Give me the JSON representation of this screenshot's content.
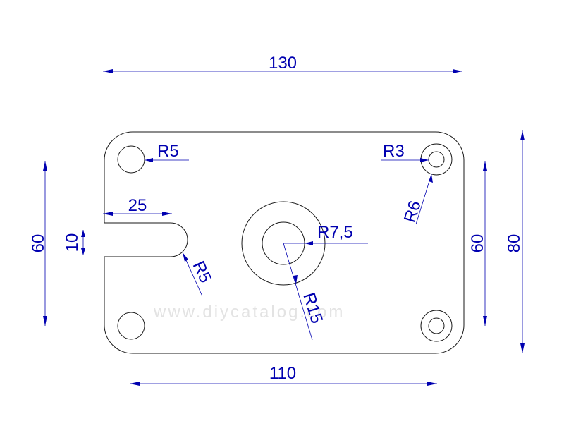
{
  "drawing": {
    "colors": {
      "part": "#1a1a1a",
      "dimension": "#0000b0"
    },
    "watermark": "www.diycatalog.com",
    "dimensions": {
      "overall_width": "130",
      "bottom_width": "110",
      "slot_depth": "25",
      "slot_width": "10",
      "left_height": "60",
      "right_hole_spacing": "60",
      "overall_height": "80"
    },
    "radii": {
      "top_left_hole": "R5",
      "top_right_hole": "R3",
      "top_right_boss": "R6",
      "center_hole": "R7,5",
      "center_boss": "R15",
      "slot_end": "R5"
    }
  }
}
